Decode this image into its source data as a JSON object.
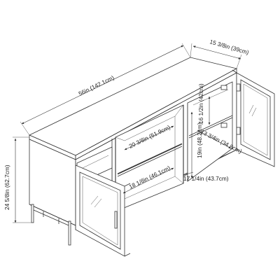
{
  "diagram": {
    "dimensions": {
      "width": "56in (142.1cm)",
      "depth": "15 3/8in (39cm)",
      "height": "24 5/8in (62.7cm)",
      "door_height": "16 1/2in (42cm)",
      "shelf_depth": "13 3/4in (34.8cm)",
      "opening_width": "20 3/8in (51.9cm)",
      "inner_width": "18 1/8in (46.1cm)",
      "inner_height": "19in (48.2cm)",
      "interior_depth": "17 1/4in (43.7cm)"
    }
  },
  "colors": {
    "line": "#333333",
    "background": "#ffffff"
  }
}
